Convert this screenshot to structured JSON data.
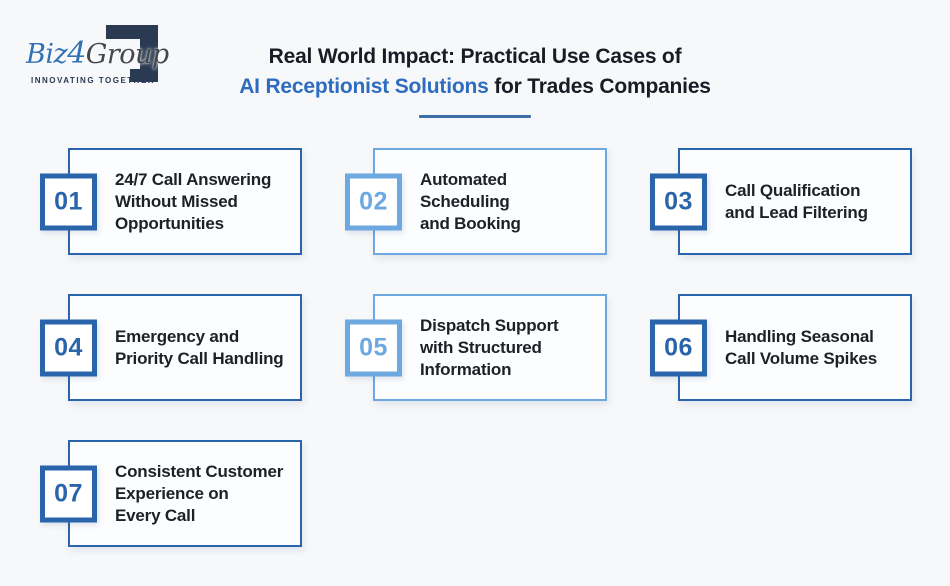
{
  "colors": {
    "background": "#f7f8fa",
    "card_bg": "#fcfdfe",
    "dark_blue": "#2a65ab",
    "light_blue": "#6da8e0",
    "title_blue": "#2e6cc0",
    "title_dark": "#181c25",
    "text_dark": "#1d2027",
    "underline": "#3c6ea8",
    "logo_navy": "#2a3a52",
    "logo_blue": "#3272b4",
    "logo_gray": "#43484e"
  },
  "logo": {
    "biz": "Biz",
    "four": "4",
    "group": "Group",
    "tagline": "INNOVATING TOGETHER"
  },
  "header": {
    "line1": "Real World Impact: Practical Use Cases of",
    "highlight": "AI Receptionist Solutions",
    "line2_rest": " for Trades Companies"
  },
  "cards": [
    {
      "number": "01",
      "variant": "dark",
      "title": "24/7 Call Answering\nWithout Missed\nOpportunities"
    },
    {
      "number": "02",
      "variant": "light",
      "title": "Automated\nScheduling\nand Booking"
    },
    {
      "number": "03",
      "variant": "dark",
      "title": "Call Qualification\nand Lead Filtering"
    },
    {
      "number": "04",
      "variant": "dark",
      "title": "Emergency and\nPriority Call Handling"
    },
    {
      "number": "05",
      "variant": "light",
      "title": "Dispatch Support\nwith Structured\nInformation"
    },
    {
      "number": "06",
      "variant": "dark",
      "title": "Handling Seasonal\nCall Volume Spikes"
    },
    {
      "number": "07",
      "variant": "dark",
      "title": "Consistent Customer\nExperience on\nEvery Call"
    }
  ]
}
